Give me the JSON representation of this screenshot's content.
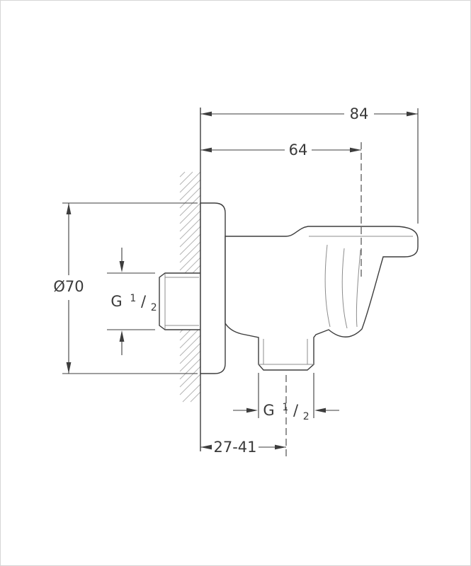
{
  "drawing": {
    "labels": {
      "overall_width": "84",
      "center_offset": "64",
      "flange_diameter": "Ø70",
      "wall_depth_range": "27-41"
    },
    "thread_left": {
      "prefix": "G",
      "numerator": "1",
      "slash": "/",
      "denominator": "2"
    },
    "thread_bottom": {
      "prefix": "G",
      "numerator": "1",
      "slash": "/",
      "denominator": "2"
    },
    "colors": {
      "line": "#3d3d3d",
      "detail": "#8c8c8c",
      "hatch": "#b5b5b5",
      "text": "#3a3a3a",
      "background": "#ffffff",
      "frame": "#d6d6d6"
    }
  }
}
